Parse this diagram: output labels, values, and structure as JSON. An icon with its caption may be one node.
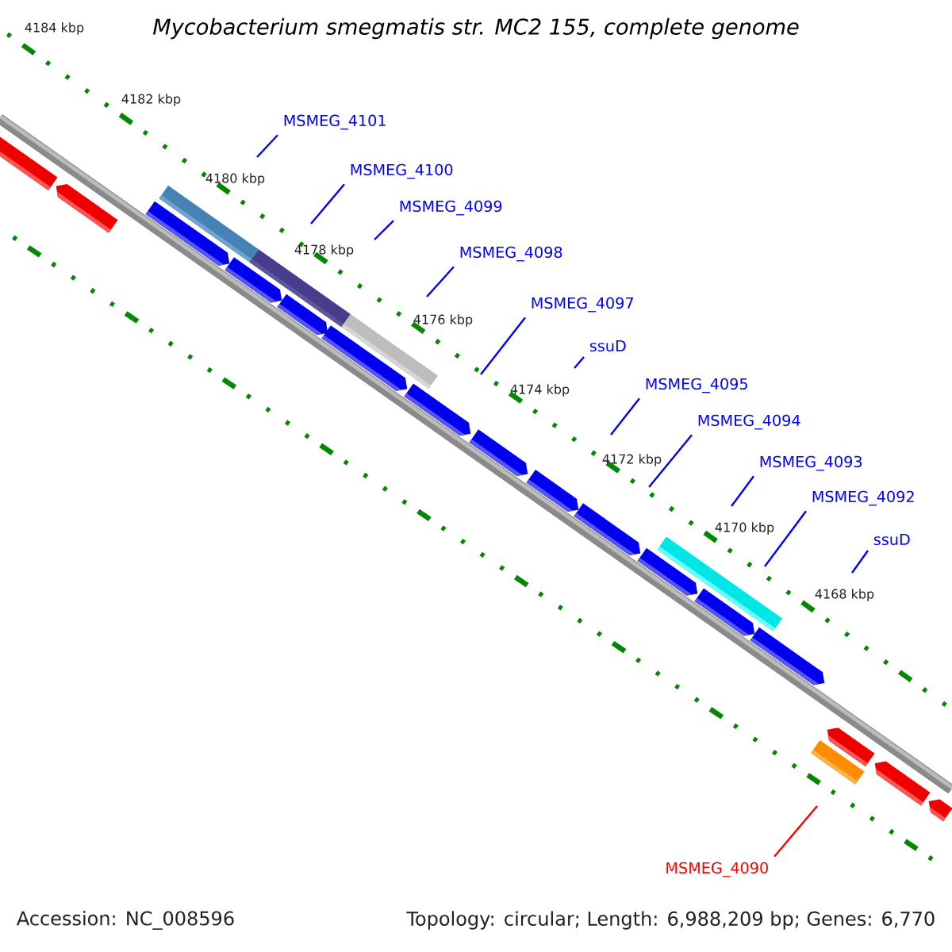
{
  "diagram": {
    "title": "Mycobacterium smegmatis str. MC2 155, complete genome",
    "nodes": [
      {
        "text": [
          "MSMEG_4101"
        ]
      },
      {
        "text": [
          "MSMEG_4100"
        ]
      },
      {
        "text": [
          "MSMEG_4099"
        ]
      },
      {
        "text": [
          "MSMEG_4098"
        ]
      },
      {
        "text": [
          "MSMEG_4097"
        ]
      },
      {
        "text": [
          "ssuD"
        ]
      },
      {
        "text": [
          "MSMEG_4095"
        ]
      },
      {
        "text": [
          "MSMEG_4094"
        ]
      },
      {
        "text": [
          "MSMEG_4093"
        ]
      },
      {
        "text": [
          "MSMEG_4092"
        ]
      },
      {
        "text": [
          "ssuD"
        ]
      },
      {
        "text": [
          "MSMEG_4090"
        ]
      }
    ],
    "edges": [
      {
        "from": 0,
        "to": null,
        "arrow": "none"
      },
      {
        "from": 1,
        "to": null,
        "arrow": "none"
      },
      {
        "from": 2,
        "to": null,
        "arrow": "none"
      },
      {
        "from": 3,
        "to": null,
        "arrow": "none"
      },
      {
        "from": 4,
        "to": null,
        "arrow": "none"
      },
      {
        "from": 5,
        "to": null,
        "arrow": "none"
      },
      {
        "from": 6,
        "to": null,
        "arrow": "none"
      },
      {
        "from": 7,
        "to": null,
        "arrow": "none"
      },
      {
        "from": 8,
        "to": null,
        "arrow": "none"
      },
      {
        "from": 9,
        "to": null,
        "arrow": "none"
      },
      {
        "from": 10,
        "to": null,
        "arrow": "none"
      },
      {
        "from": 11,
        "to": null,
        "arrow": "none",
        "color": "#ff0000"
      }
    ],
    "labels": [
      "4184 kbp",
      "4182 kbp",
      "4180 kbp",
      "4178 kbp",
      "4176 kbp",
      "4174 kbp",
      "4172 kbp",
      "4170 kbp",
      "4168 kbp",
      "Accession: NC_008596",
      "Topology: circular; Length: 6,988,209 bp; Genes: 6,770"
    ]
  }
}
